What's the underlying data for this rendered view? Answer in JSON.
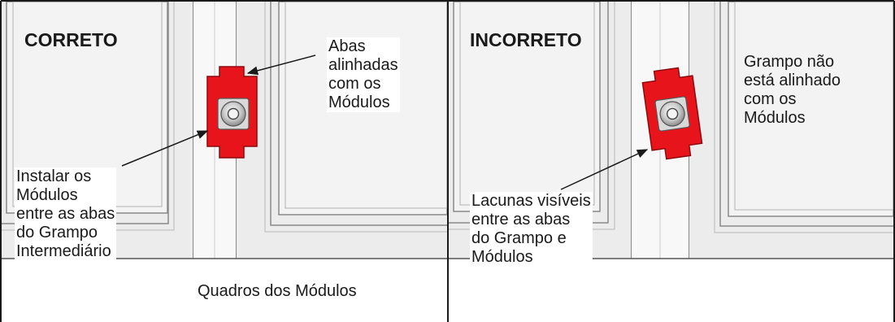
{
  "left_panel": {
    "heading": "CORRETO",
    "callout_tabs": "Abas\nalinhadas\ncom os\nMódulos",
    "callout_install": "Instalar os\nMódulos\nentre as abas\ndo Grampo\nIntermediário",
    "frames_label": "Quadros dos Módulos"
  },
  "right_panel": {
    "heading": "INCORRETO",
    "callout_misaligned": "Grampo não\nestá alinhado\ncom os\nMódulos",
    "callout_gaps": "Lacunas visíveis\nentre as abas\ndo Grampo e\nMódulos"
  },
  "colors": {
    "clamp_red": "#e8141b",
    "module_fill": "#ececec",
    "frame_line": "#777777",
    "border": "#1a1a1a"
  }
}
